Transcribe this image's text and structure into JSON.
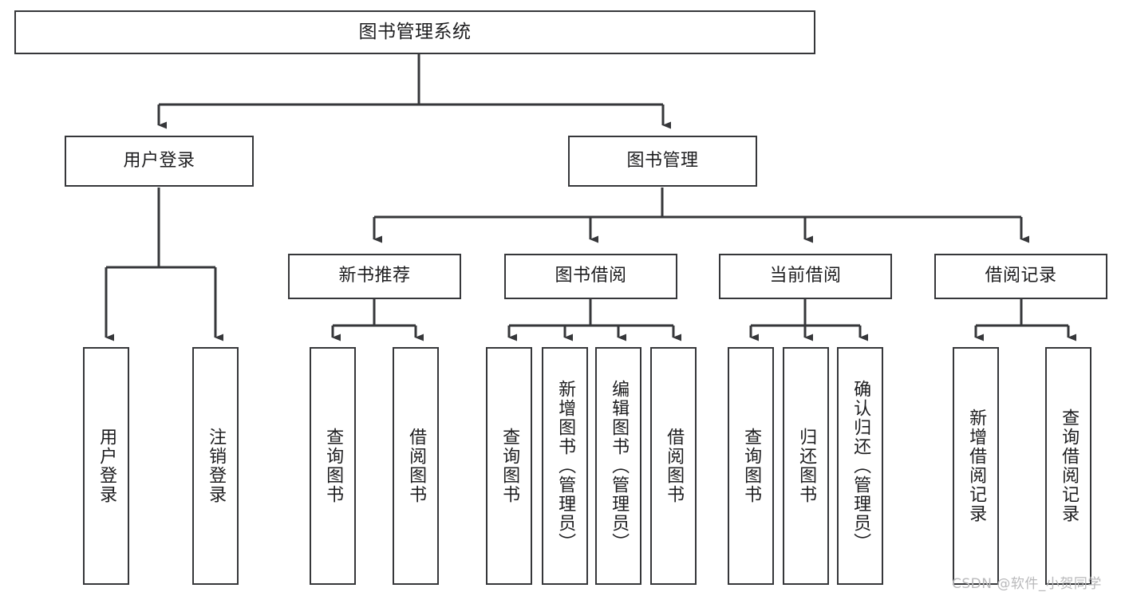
{
  "diagram": {
    "type": "tree-hierarchy",
    "title": "图书管理系统",
    "orientation": "top-down",
    "watermark": "CSDN @软件_小贺同学",
    "accent_color": "#36373a",
    "background_color": "#ffffff",
    "nodes": {
      "root": {
        "label": "图书管理系统",
        "level": 1
      },
      "l2": [
        {
          "id": "user-login",
          "label": "用户登录",
          "level": 2
        },
        {
          "id": "book-manage",
          "label": "图书管理",
          "level": 2
        }
      ],
      "l3": [
        {
          "id": "new-book-recommend",
          "label": "新书推荐",
          "level": 3,
          "parent": "book-manage"
        },
        {
          "id": "book-borrow",
          "label": "图书借阅",
          "level": 3,
          "parent": "book-manage"
        },
        {
          "id": "current-borrow",
          "label": "当前借阅",
          "level": 3,
          "parent": "book-manage"
        },
        {
          "id": "borrow-record",
          "label": "借阅记录",
          "level": 3,
          "parent": "book-manage"
        }
      ],
      "leaves": [
        {
          "id": "leaf-user-login",
          "label": "用户登录",
          "parent": "user-login"
        },
        {
          "id": "leaf-logout",
          "label": "注销登录",
          "parent": "user-login"
        },
        {
          "id": "leaf-query-book-1",
          "label": "查询图书",
          "parent": "new-book-recommend"
        },
        {
          "id": "leaf-borrow-book-1",
          "label": "借阅图书",
          "parent": "new-book-recommend"
        },
        {
          "id": "leaf-query-book-2",
          "label": "查询图书",
          "parent": "book-borrow"
        },
        {
          "id": "leaf-add-book",
          "label": "新增图书（管理员）",
          "parent": "book-borrow"
        },
        {
          "id": "leaf-edit-book",
          "label": "编辑图书（管理员）",
          "parent": "book-borrow"
        },
        {
          "id": "leaf-borrow-book-2",
          "label": "借阅图书",
          "parent": "book-borrow"
        },
        {
          "id": "leaf-query-book-3",
          "label": "查询图书",
          "parent": "current-borrow"
        },
        {
          "id": "leaf-return-book",
          "label": "归还图书",
          "parent": "current-borrow"
        },
        {
          "id": "leaf-confirm-return",
          "label": "确认归还（管理员）",
          "parent": "current-borrow"
        },
        {
          "id": "leaf-add-record",
          "label": "新增借阅记录",
          "parent": "borrow-record"
        },
        {
          "id": "leaf-query-record",
          "label": "查询借阅记录",
          "parent": "borrow-record"
        }
      ]
    }
  }
}
